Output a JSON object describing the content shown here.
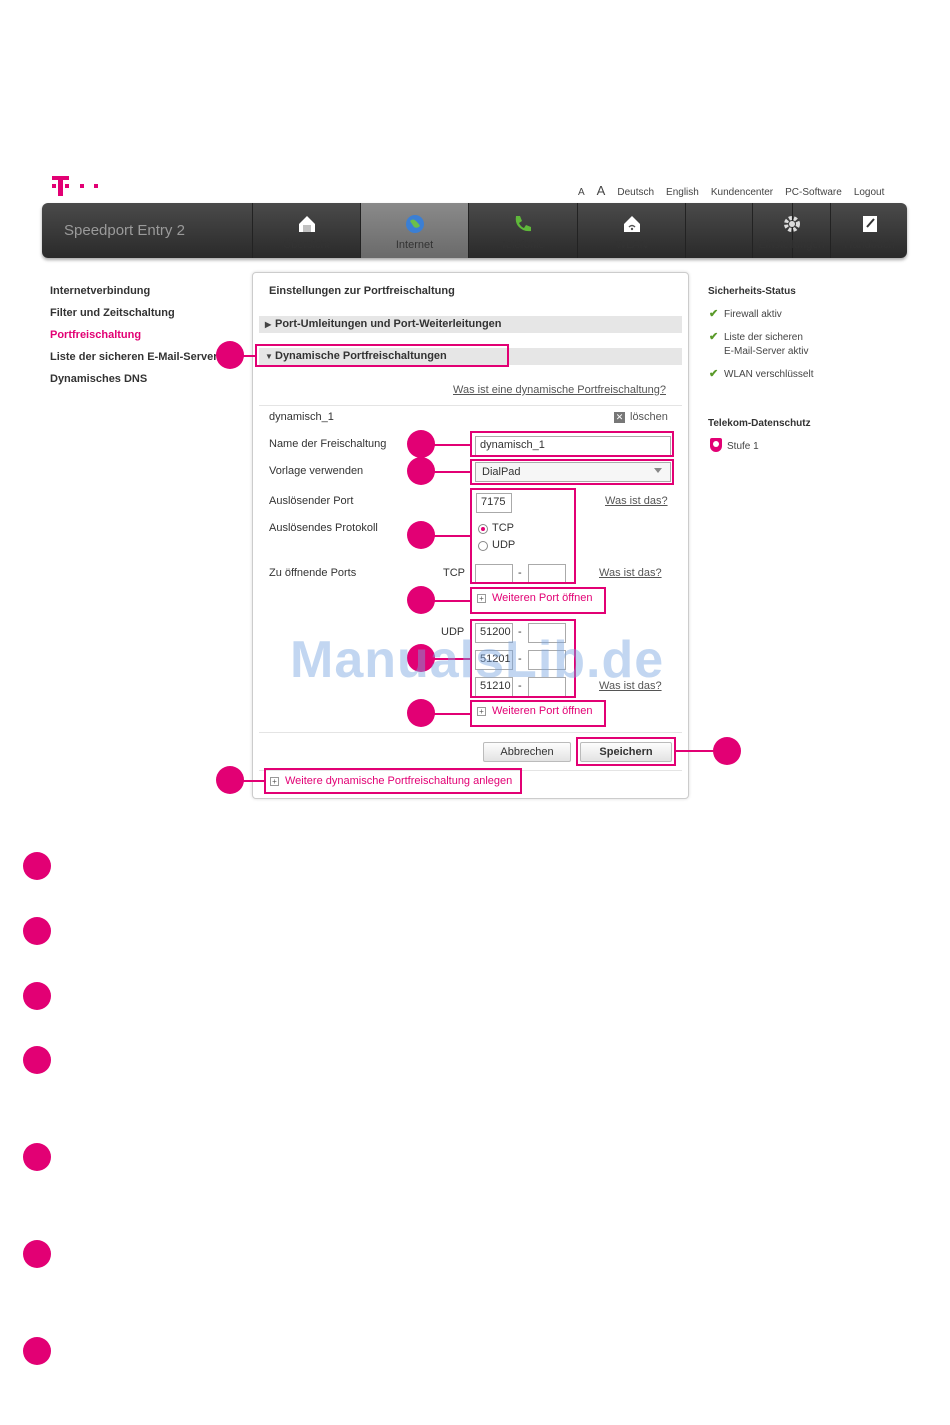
{
  "colors": {
    "accent": "#e20074",
    "nav_bg": "#3a3a3a",
    "active_tab_bg": "#7a7a7a",
    "watermark": "#78a5e1"
  },
  "toplinks": {
    "font_small": "A",
    "font_large": "A",
    "lang_de": "Deutsch",
    "lang_en": "English",
    "customer_center": "Kundencenter",
    "pc_software": "PC-Software",
    "logout": "Logout"
  },
  "nav": {
    "brand": "Speedport Entry 2",
    "tabs": [
      {
        "label": "Übersicht",
        "icon": "home-icon"
      },
      {
        "label": "Internet",
        "icon": "globe-icon"
      },
      {
        "label": "Telefonie",
        "icon": "phone-icon"
      },
      {
        "label": "WLAN",
        "icon": "wlan-house-icon"
      },
      {
        "label": "Einstellungen",
        "icon": "gear-icon"
      },
      {
        "label": "Handbuch",
        "icon": "handbook-icon"
      }
    ],
    "active_tab": "Internet"
  },
  "sidebar": {
    "items": [
      {
        "label": "Internetverbindung"
      },
      {
        "label": "Filter und Zeitschaltung"
      },
      {
        "label": "Portfreischaltung"
      },
      {
        "label": "Liste der sicheren E-Mail-Server"
      },
      {
        "label": "Dynamisches DNS"
      }
    ],
    "active": "Portfreischaltung"
  },
  "panel": {
    "title": "Einstellungen zur Portfreischaltung",
    "section_collapsed": "Port-Umleitungen und Port-Weiterleitungen",
    "section_expanded": "Dynamische Portfreischaltungen",
    "help_link": "Was ist eine dynamische Portfreischaltung?",
    "entry_name": "dynamisch_1",
    "delete_label": "löschen",
    "form": {
      "name_label": "Name der Freischaltung",
      "name_value": "dynamisch_1",
      "template_label": "Vorlage verwenden",
      "template_value": "DialPad",
      "trigger_port_label": "Auslösender Port",
      "trigger_port_value": "7175",
      "trigger_help": "Was ist das?",
      "trigger_protocol_label": "Auslösendes Protokoll",
      "protocol_tcp": "TCP",
      "protocol_udp": "UDP",
      "protocol_selected": "TCP",
      "ports_label": "Zu öffnende Ports",
      "tcp_label": "TCP",
      "ports_help": "Was ist das?",
      "open_more": "Weiteren Port öffnen",
      "udp_label": "UDP",
      "udp_ports": [
        "51200",
        "51201",
        "51210"
      ],
      "dash": "-",
      "udp_help": "Was ist das?",
      "open_more_2": "Weiteren Port öffnen"
    },
    "cancel": "Abbrechen",
    "save": "Speichern",
    "add_more": "Weitere dynamische Portfreischaltung anlegen"
  },
  "right": {
    "security_title": "Sicherheits-Status",
    "security_items": [
      "Firewall aktiv",
      "Liste der sicheren",
      "E-Mail-Server aktiv",
      "WLAN verschlüsselt"
    ],
    "privacy_title": "Telekom-Datenschutz",
    "privacy_level": "Stufe 1"
  },
  "watermark": "ManualsLib.de"
}
